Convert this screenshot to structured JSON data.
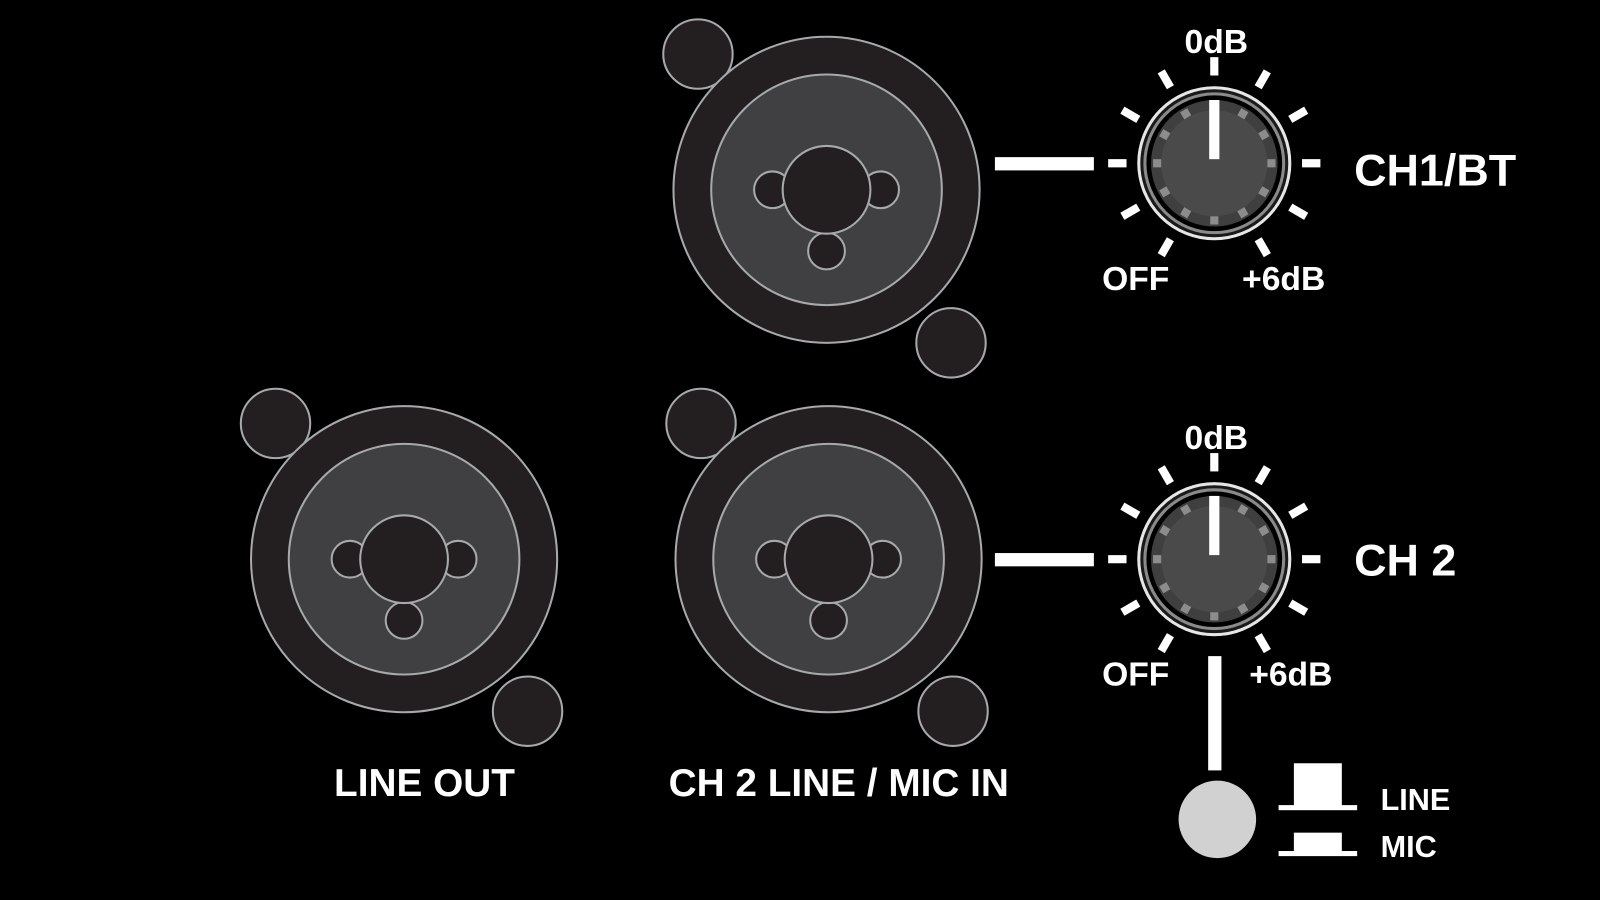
{
  "jacks": {
    "line_out": {
      "label": "LINE OUT"
    },
    "ch1": {
      "label": ""
    },
    "ch2": {
      "label": "CH 2 LINE / MIC IN"
    }
  },
  "knobs": [
    {
      "name": "CH1/BT",
      "top_label": "0dB",
      "min_label": "OFF",
      "max_label": "+6dB",
      "value_label": "0dB"
    },
    {
      "name": "CH 2",
      "top_label": "0dB",
      "min_label": "OFF",
      "max_label": "+6dB",
      "value_label": "0dB"
    }
  ],
  "switch": {
    "options": [
      "LINE",
      "MIC"
    ]
  },
  "colors": {
    "background": "#000000",
    "jack_dark": "#231f20",
    "jack_face": "#404042",
    "outline": "#a7a9ac",
    "switch_button": "#d1d1d1"
  }
}
